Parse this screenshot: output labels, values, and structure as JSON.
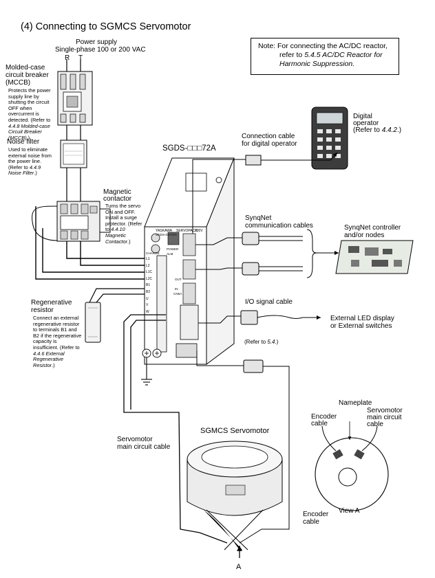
{
  "title": "(4) Connecting to SGMCS Servomotor",
  "power_supply": {
    "label": "Power supply",
    "spec": "Single-phase 100 or 200 VAC",
    "r": "R",
    "t": "T"
  },
  "note": {
    "line1": "Note: For connecting the AC/DC reactor,",
    "line2_prefix": "refer to ",
    "line2_ref": "5.4.5 AC/DC Reactor for",
    "line3": "Harmonic Suppression."
  },
  "mccb": {
    "title1": "Molded-case",
    "title2": "circuit breaker",
    "title3": "(MCCB)",
    "desc1": "Protects the power supply line by shutting the circuit OFF when overcurrent is detected.",
    "ref_prefix": "(Refer to ",
    "ref": "4.4.8 Molded-case Circuit Breaker (MCCB)",
    "ref_suffix": ".)"
  },
  "noise_filter": {
    "title": "Noise filter",
    "desc1": "Used to eliminate external noise from the power line.",
    "ref_prefix": "(Refer to ",
    "ref": "4.4.9 Noise Filter",
    "ref_suffix": ".)"
  },
  "contactor": {
    "title1": "Magnetic",
    "title2": "contactor",
    "desc1": "Turns the servo ON and OFF. Install a surge protector.",
    "ref_prefix": "(Refer to ",
    "ref": "4.4.10 Magnetic Contactor",
    "ref_suffix": ".)"
  },
  "regen": {
    "title1": "Regenerative",
    "title2": "resistor",
    "desc1": "Connect an external regenerative resistor to terminals B1 and B2 if the regenerative capacity is insufficient.",
    "ref_prefix": "(Refer to ",
    "ref": "4.4.6 External Regenerative Resistor",
    "ref_suffix": ".)"
  },
  "digital_operator": {
    "line1": "Digital",
    "line2": "operator",
    "ref_prefix": "(Refer to ",
    "ref": "4.4.2",
    "ref_suffix": ".)"
  },
  "conn_cable": {
    "line1": "Connection cable",
    "line2": "for digital operator"
  },
  "servopack": {
    "model": "SGDS-□□□72A",
    "brand": "YASKAWA",
    "name": "SERVOPACK",
    "rating": "200V",
    "sub": "SGDS-02A72A",
    "terminals": [
      "L1",
      "L2",
      "L1C",
      "L2C",
      "B1",
      "B2",
      "U",
      "V",
      "W"
    ],
    "led1": "POWER",
    "led2": "ALM",
    "port_out": "OUT",
    "port_in": "IN",
    "port_label": "CN6A",
    "charge": "CHARGE"
  },
  "synqnet_cables": {
    "line1": "SynqNet",
    "line2": "communication cables"
  },
  "synqnet_controller": {
    "line1": "SynqNet controller",
    "line2": "and/or nodes"
  },
  "io_cable": {
    "label": "I/O signal cable",
    "ref_prefix": "(Refer to ",
    "ref": "5.4",
    "ref_suffix": ".)"
  },
  "external_led": {
    "line1": "External LED display",
    "line2": "or External switches"
  },
  "motor": {
    "title": "SGMCS Servomotor",
    "main_cable1": "Servomotor",
    "main_cable2": "main circuit cable",
    "encoder_cable1": "Encoder",
    "encoder_cable2": "cable",
    "view_arrow": "A"
  },
  "view_a": {
    "nameplate": "Nameplate",
    "encoder1": "Encoder",
    "encoder2": "cable",
    "main1": "Servomotor",
    "main2": "main circuit",
    "main3": "cable",
    "caption": "View A"
  }
}
